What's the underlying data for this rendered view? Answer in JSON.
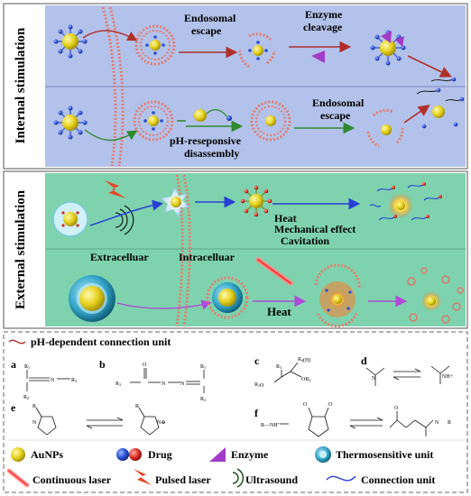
{
  "panels": {
    "internal": {
      "side_label": "Internal stimulation",
      "row1": {
        "endosomal_escape": "Endosomal escape",
        "enzyme_cleavage": "Enzyme cleavage"
      },
      "row2": {
        "ph_disassembly": "pH-reseponsive disassembly",
        "endosomal_escape": "Endosomal escape"
      }
    },
    "external": {
      "side_label": "External stimulation",
      "effects": [
        "Heat",
        "Mechanical effect",
        "Cavitation"
      ],
      "extracellular": "Extracelluar",
      "intracellular": "Intracelluar",
      "heat": "Heat"
    }
  },
  "chemistry": {
    "title": "pH-dependent connection unit",
    "letters": [
      "a",
      "b",
      "c",
      "d",
      "e",
      "f"
    ]
  },
  "legend": {
    "items": [
      "AuNPs",
      "Drug",
      "Enzyme",
      "Thermosensitive unit",
      "Continuous laser",
      "Pulsed laser",
      "Ultrasound",
      "Connection unit"
    ]
  },
  "colors": {
    "internal_bg": "#b3c2ea",
    "external_bg": "#7ed3ae",
    "aunp": "#e6d21c",
    "drug_blue": "#2a4ed6",
    "drug_red": "#d92a1e",
    "enzyme": "#a23cc8",
    "arrow_red": "#b0302a",
    "arrow_green": "#2f8a2f",
    "arrow_blue": "#2a3fd6",
    "arrow_purple": "#b04ad8"
  }
}
